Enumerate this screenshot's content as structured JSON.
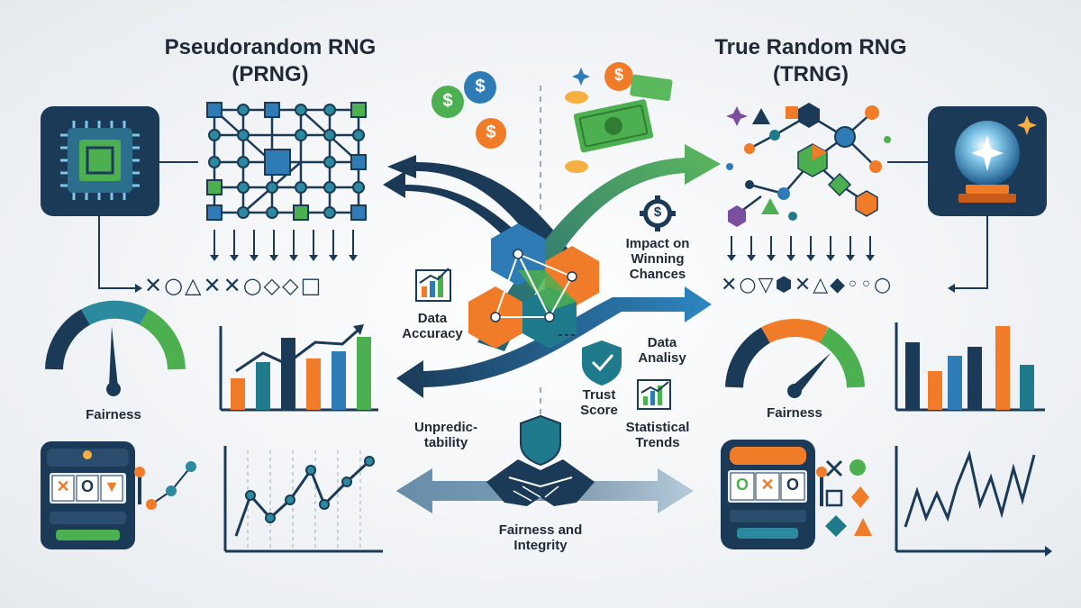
{
  "left": {
    "title_line1": "Pseudorandom RNG",
    "title_line2": "(PRNG)",
    "output_symbols": "✕○△✕✕○◇◇□",
    "fairness_label": "Fairness",
    "reel_symbols": [
      "✕",
      "O",
      "▼"
    ]
  },
  "right": {
    "title_line1": "True Random RNG",
    "title_line2": "(TRNG)",
    "output_symbols": "✕○▽⬢✕△◆◦◦○",
    "fairness_label": "Fairness",
    "reel_symbols": [
      "O",
      "✕",
      "O"
    ]
  },
  "center": {
    "data_accuracy_line1": "Data",
    "data_accuracy_line2": "Accuracy",
    "impact_line1": "Impact on",
    "impact_line2": "Winning",
    "impact_line3": "Chances",
    "data_analysis_line1": "Data",
    "data_analysis_line2": "Analisy",
    "trust_line1": "Trust",
    "trust_line2": "Score",
    "stat_line1": "Statistical",
    "stat_line2": "Trends",
    "unpred_line1": "Unpredic-",
    "unpred_line2": "tability",
    "fairness_line1": "Fairness and",
    "fairness_line2": "Integrity",
    "currency_symbol": "$"
  },
  "colors": {
    "navy": "#1b3a57",
    "teal": "#1f7a8c",
    "green": "#4caf50",
    "orange": "#f07c2a",
    "blue": "#2e7bb5",
    "gold": "#f5b041"
  }
}
